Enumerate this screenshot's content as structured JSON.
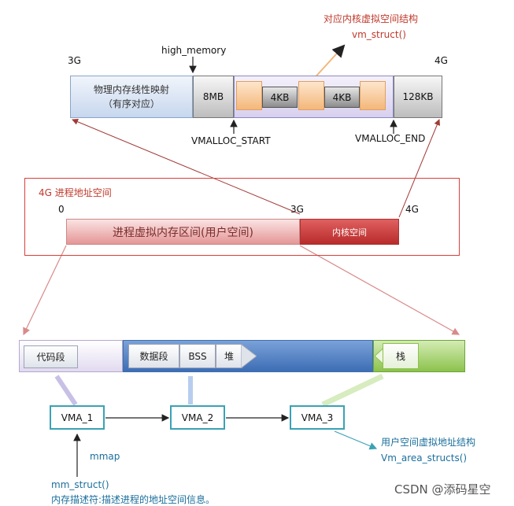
{
  "kernel": {
    "title_line1": "对应内核虚拟空间结构",
    "title_line2": "vm_struct()",
    "left_addr": "3G",
    "right_addr": "4G",
    "high_memory": "high_memory",
    "physmap_line1": "物理内存线性映射",
    "physmap_line2": "（有序对应）",
    "gap_8mb": "8MB",
    "page_a": "4KB",
    "page_b": "4KB",
    "gap_128kb": "128KB",
    "vmalloc_start": "VMALLOC_START",
    "vmalloc_end": "VMALLOC_END"
  },
  "space4g": {
    "title": "4G 进程地址空间",
    "addr_0": "0",
    "addr_3g": "3G",
    "addr_4g": "4G",
    "user_label": "进程虚拟内存区间(用户空间)",
    "kernel_label": "内核空间"
  },
  "user": {
    "code": "代码段",
    "data": "数据段",
    "bss": "BSS",
    "heap": "堆",
    "stack": "栈"
  },
  "vma": {
    "vma1": "VMA_1",
    "vma2": "VMA_2",
    "vma3": "VMA_3",
    "mmap": "mmap",
    "mm_struct": "mm_struct()",
    "mm_desc": "内存描述符:描述进程的地址空间信息。",
    "area_title": "用户空间虚拟地址结构",
    "area_struct": "Vm_area_structs()"
  },
  "watermark": "CSDN @添码星空",
  "colors": {
    "accent_red": "#d9403a",
    "kernel_red": "#b82b2b",
    "vma_border": "#3aa2b5",
    "data_blue": "#3d6db5",
    "stack_green": "#8cc24c"
  }
}
